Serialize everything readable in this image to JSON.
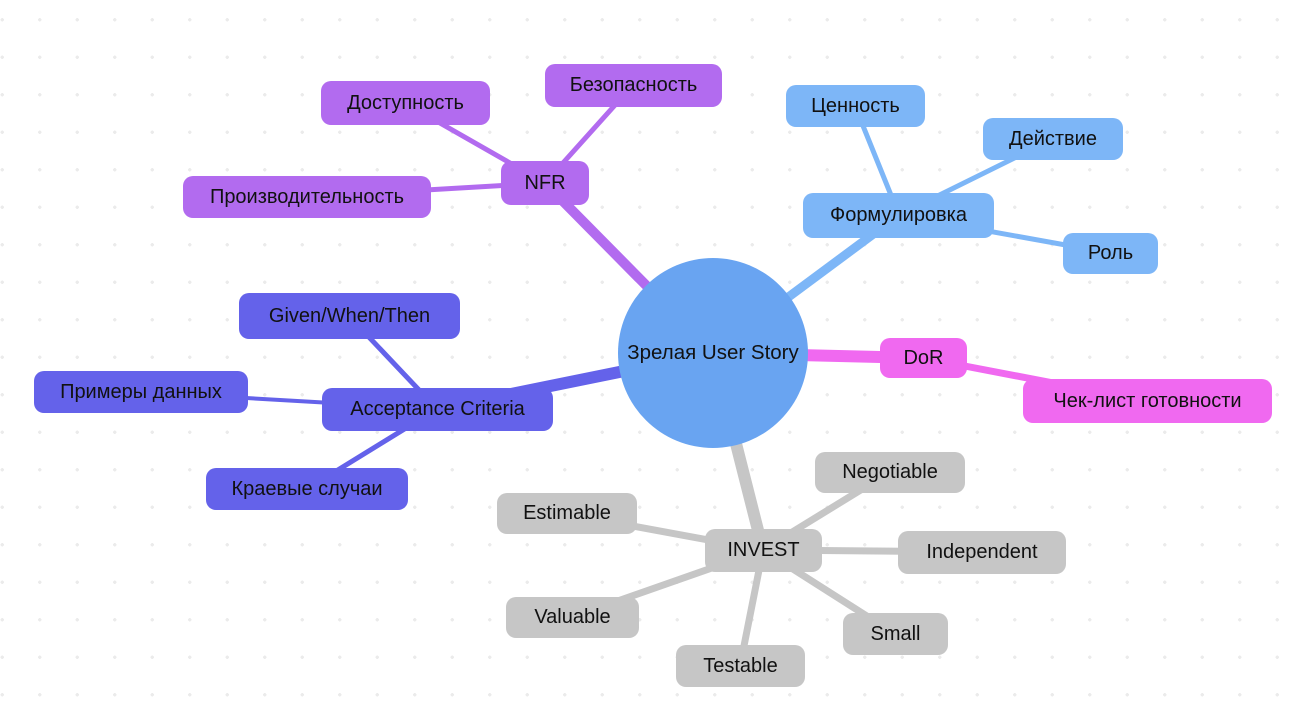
{
  "background": {
    "dot_color": "#ebebeb",
    "canvas_color": "#ffffff"
  },
  "center": {
    "label": "Зрелая User Story",
    "color": "#69a4f1"
  },
  "branches": [
    {
      "label": "NFR",
      "color": "#b26bef",
      "children": [
        {
          "label": "Доступность"
        },
        {
          "label": "Безопасность"
        },
        {
          "label": "Производительность"
        }
      ]
    },
    {
      "label": "Формулировка",
      "color": "#7db6f7",
      "children": [
        {
          "label": "Ценность"
        },
        {
          "label": "Действие"
        },
        {
          "label": "Роль"
        }
      ]
    },
    {
      "label": "DoR",
      "color": "#f069f0",
      "children": [
        {
          "label": "Чек-лист готовности"
        }
      ]
    },
    {
      "label": "Acceptance Criteria",
      "color": "#6462ea",
      "children": [
        {
          "label": "Given/When/Then"
        },
        {
          "label": "Примеры данных"
        },
        {
          "label": "Краевые случаи"
        }
      ]
    },
    {
      "label": "INVEST",
      "color": "#c6c6c6",
      "children": [
        {
          "label": "Negotiable"
        },
        {
          "label": "Independent"
        },
        {
          "label": "Estimable"
        },
        {
          "label": "Valuable"
        },
        {
          "label": "Small"
        },
        {
          "label": "Testable"
        }
      ]
    }
  ]
}
